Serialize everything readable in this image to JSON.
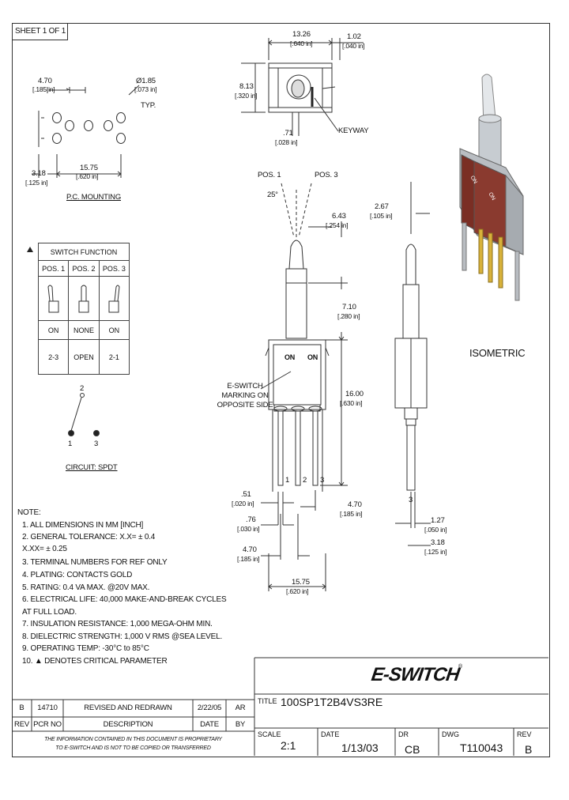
{
  "sheet_label": "SHEET 1 OF 1",
  "pc_mounting": {
    "title": "P.C. MOUNTING",
    "dim_pitch": "4.70",
    "dim_pitch_in": "[.185 in]",
    "dim_hole": "Ø1.85",
    "dim_hole_in": "[.073 in]",
    "typ": "TYP.",
    "dim_left": "3.18",
    "dim_left_in": "[.125 in]",
    "dim_width": "15.75",
    "dim_width_in": "[.620 in]"
  },
  "top_view": {
    "dim_len": "13.26",
    "dim_len_in": "[.640 in]",
    "dim_end": "1.02",
    "dim_end_in": "[.040 in]",
    "dim_h": "8.13",
    "dim_h_in": "[.320 in]",
    "dim_key": ".71",
    "dim_key_in": "[.028 in]",
    "keyway": "KEYWAY"
  },
  "switch_function": {
    "title": "SWITCH FUNCTION",
    "headers": [
      "POS. 1",
      "POS. 2",
      "POS. 3"
    ],
    "state": [
      "ON",
      "NONE",
      "ON"
    ],
    "connect": [
      "2-3",
      "OPEN",
      "2-1"
    ]
  },
  "circuit": {
    "label": "CIRCUIT: SPDT",
    "t2": "2",
    "t1": "1",
    "t3": "3"
  },
  "front_view": {
    "pos1": "POS. 1",
    "pos3": "POS. 3",
    "angle": "25°",
    "dim_643": "6.43",
    "dim_643_in": "[.254 in]",
    "dim_710": "7.10",
    "dim_710_in": "[.280 in]",
    "dim_1600": "16.00",
    "dim_1600_in": "[.630 in]",
    "marking": [
      "E-SWITCH",
      "MARKING ON",
      "OPPOSITE SIDE"
    ],
    "on_left": "ON",
    "on_right": "ON",
    "pin1": "1",
    "pin2": "2",
    "pin3": "3",
    "dim_051": ".51",
    "dim_051_in": "[.020 in]",
    "dim_076": ".76",
    "dim_076_in": "[.030 in]",
    "dim_470a": "4.70",
    "dim_470a_in": "[.185 in]",
    "dim_470b": "4.70",
    "dim_470b_in": "[.185 in]",
    "dim_1575": "15.75",
    "dim_1575_in": "[.620 in]"
  },
  "side_view": {
    "dim_267": "2.67",
    "dim_267_in": "[.105 in]",
    "pin": "3",
    "dim_127": "1.27",
    "dim_127_in": "[.050 in]",
    "dim_318": "3.18",
    "dim_318_in": "[.125 in]"
  },
  "isometric": {
    "label": "ISOMETRIC",
    "on_a": "ON",
    "on_b": "ON"
  },
  "notes": {
    "title": "NOTE:",
    "items": [
      "1.  ALL DIMENSIONS IN MM [INCH]",
      "2.  GENERAL TOLERANCE: X.X= ± 0.4",
      "                                    X.XX= ± 0.25",
      "3.  TERMINAL NUMBERS FOR REF ONLY",
      "4.  PLATING: CONTACTS GOLD",
      "5.  RATING: 0.4 VA MAX. @20V MAX.",
      "6.  ELECTRICAL LIFE: 40,000 MAKE-AND-BREAK CYCLES",
      "                  AT FULL LOAD.",
      "7.  INSULATION RESISTANCE: 1,000 MEGA-OHM MIN.",
      "8.  DIELECTRIC STRENGTH: 1,000 V RMS @SEA LEVEL.",
      "9.  OPERATING TEMP: -30°C to 85°C",
      "10.  ▲ DENOTES CRITICAL PARAMETER"
    ]
  },
  "revision": {
    "row": [
      "B",
      "14710",
      "REVISED AND REDRAWN",
      "2/22/05",
      "AR"
    ],
    "header": [
      "REV",
      "PCR NO",
      "DESCRIPTION",
      "DATE",
      "BY"
    ],
    "footer1": "THE INFORMATION CONTAINED IN THIS DOCUMENT IS PROPRIETARY",
    "footer2": "TO E-SWITCH AND IS NOT TO BE COPIED OR TRANSFERRED"
  },
  "title_block": {
    "logo": "E-SWITCH",
    "reg": "®",
    "title_label": "TITLE",
    "title": "100SP1T2B4VS3RE",
    "scale_label": "SCALE",
    "scale": "2:1",
    "date_label": "DATE",
    "date": "1/13/03",
    "dr_label": "DR",
    "dr": "CB",
    "dwg_label": "DWG",
    "dwg": "T110043",
    "rev_label": "REV",
    "rev": "B"
  },
  "colors": {
    "line": "#333333",
    "housing": "#b9bdc2",
    "housing_dark": "#7a2e24",
    "gold": "#d8b23a",
    "lever": "#cfd4d8"
  }
}
